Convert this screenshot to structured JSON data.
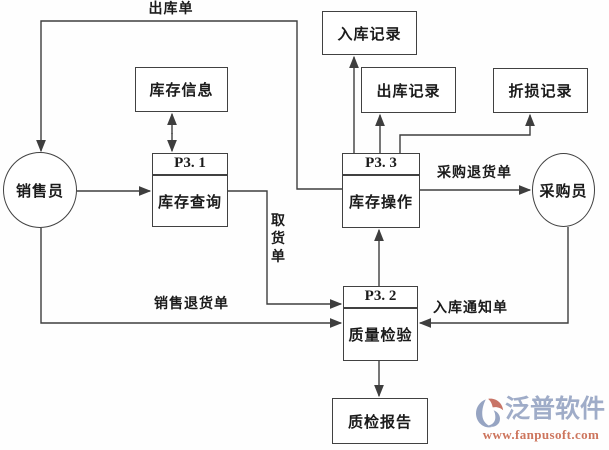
{
  "diagram": {
    "externals": [
      {
        "id": "salesperson",
        "label": "销售员"
      },
      {
        "id": "purchaser",
        "label": "采购员"
      }
    ],
    "processes": [
      {
        "id": "p31",
        "code": "P3. 1",
        "name": "库存查询"
      },
      {
        "id": "p33",
        "code": "P3. 3",
        "name": "库存操作"
      },
      {
        "id": "p32",
        "code": "P3. 2",
        "name": "质量检验"
      }
    ],
    "datastores": [
      {
        "id": "inventory-info",
        "label": "库存信息"
      },
      {
        "id": "inbound-records",
        "label": "入库记录"
      },
      {
        "id": "outbound-records",
        "label": "出库记录"
      },
      {
        "id": "damage-records",
        "label": "折损记录"
      },
      {
        "id": "qc-report",
        "label": "质检报告"
      }
    ],
    "flows": [
      {
        "id": "outbound-order",
        "label": "出库单"
      },
      {
        "id": "pickup-order",
        "label": "取货单"
      },
      {
        "id": "sales-return-order",
        "label": "销售退货单"
      },
      {
        "id": "purchase-return-order",
        "label": "采购退货单"
      },
      {
        "id": "inbound-notice",
        "label": "入库通知单"
      }
    ]
  },
  "watermark": {
    "brand": "泛普软件",
    "url": "www.fanpusoft.com"
  },
  "colors": {
    "line": "#3e3e3e",
    "text": "#1b1b1b",
    "brand_blue": "#98a6c4",
    "brand_red": "#c96a50"
  }
}
